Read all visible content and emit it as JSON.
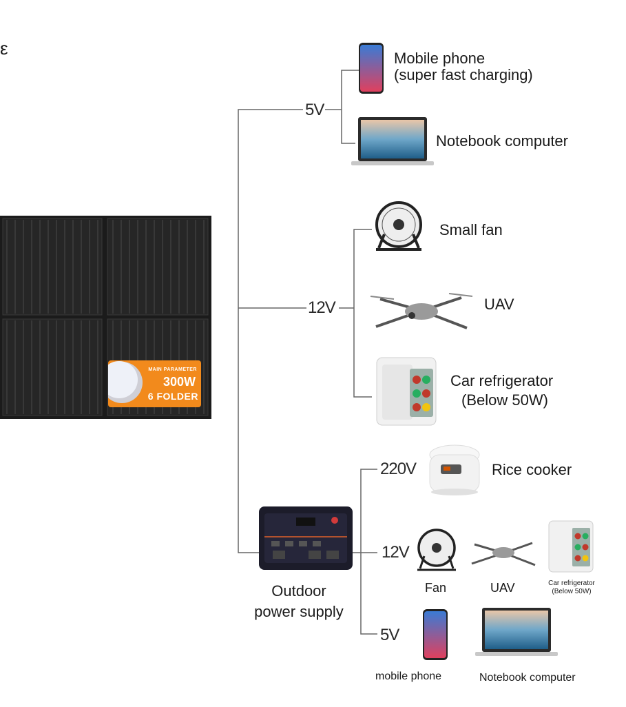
{
  "badge": {
    "sub": "MAIN PARAMETER",
    "power": "300W",
    "folder": "6 FOLDER"
  },
  "top_partial": "ε",
  "voltages": {
    "v5_top": "5V",
    "v12_mid": "12V",
    "v220": "220V",
    "v12_low": "12V",
    "v5_low": "5V"
  },
  "devices": {
    "mobile_phone_line1": "Mobile phone",
    "mobile_phone_line2": "(super fast charging)",
    "notebook_top": "Notebook computer",
    "small_fan": "Small fan",
    "uav_mid": "UAV",
    "car_fridge_line1": "Car refrigerator",
    "car_fridge_line2": "(Below 50W)",
    "rice_cooker": "Rice cooker",
    "fan_low": "Fan",
    "uav_low": "UAV",
    "car_fridge_small_line1": "Car refrigerator",
    "car_fridge_small_line2": "(Below 50W)",
    "mobile_phone_low": "mobile phone",
    "notebook_low": "Notebook computer"
  },
  "power_supply": {
    "line1": "Outdoor",
    "line2": "power supply"
  },
  "colors": {
    "line": "#666666",
    "badge": "#f28a1c",
    "panel": "#1c1c1c"
  }
}
